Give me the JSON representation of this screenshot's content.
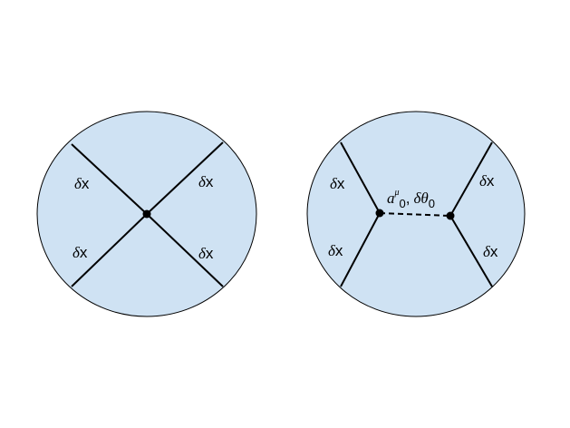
{
  "colors": {
    "fill": "#cfe2f3",
    "stroke": "#000000",
    "background": "#ffffff"
  },
  "left_diagram": {
    "labels": {
      "upper_left": {
        "symbol": "δ",
        "var": "x"
      },
      "upper_right": {
        "symbol": "δ",
        "var": "x"
      },
      "lower_left": {
        "symbol": "δ",
        "var": "x"
      },
      "lower_right": {
        "symbol": "δ",
        "var": "x"
      }
    }
  },
  "right_diagram": {
    "labels": {
      "upper_left": {
        "symbol": "δ",
        "var": "x"
      },
      "upper_right": {
        "symbol": "δ",
        "var": "x"
      },
      "lower_left": {
        "symbol": "δ",
        "var": "x"
      },
      "lower_right": {
        "symbol": "δ",
        "var": "x"
      }
    },
    "propagator_label": {
      "field": "a",
      "superscript": "μ",
      "subscript": "0",
      "separator": ",",
      "second_symbol": "δθ",
      "second_subscript": "0"
    }
  }
}
